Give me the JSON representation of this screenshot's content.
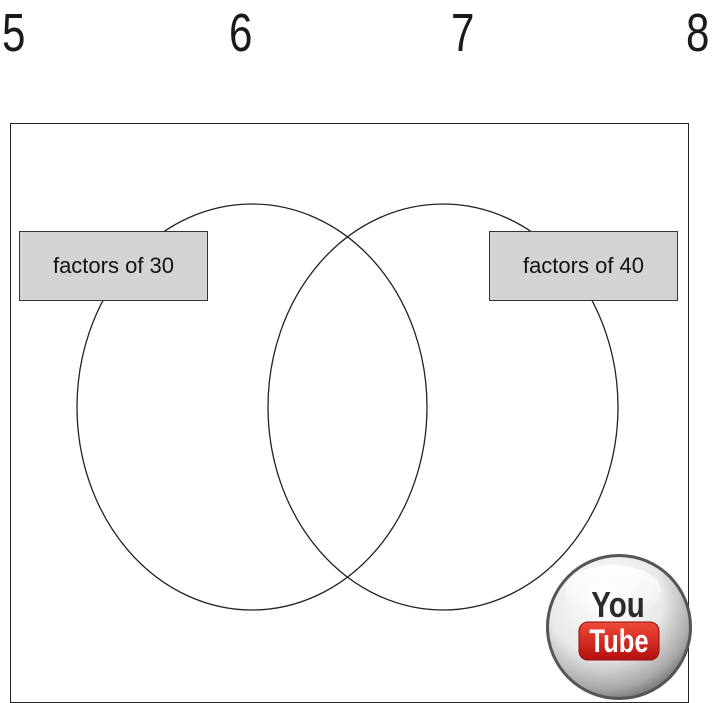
{
  "number_line": [
    "5",
    "6",
    "7",
    "8"
  ],
  "venn": {
    "left_label": "factors of 30",
    "right_label": "factors of 40"
  },
  "logo": {
    "top_text": "You",
    "bottom_text": "Tube",
    "accent_color": "#d41f1f"
  }
}
